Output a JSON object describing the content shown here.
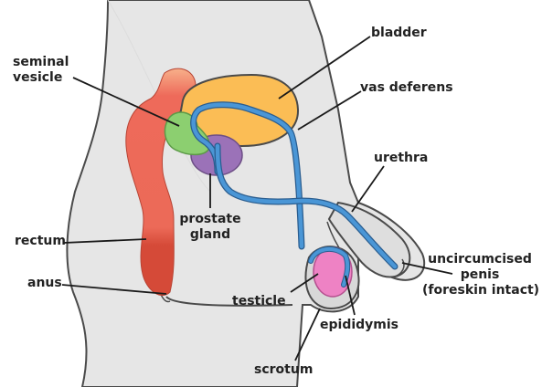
{
  "labels": {
    "seminal_vesicle": [
      "seminal",
      "vesicle"
    ],
    "bladder": "bladder",
    "vas_deferens": "vas deferens",
    "urethra": "urethra",
    "prostate_gland": [
      "prostate",
      "gland"
    ],
    "rectum": "rectum",
    "anus": "anus",
    "uncircumcised_penis": [
      "uncircumcised",
      "penis",
      "(foreskin intact)"
    ],
    "testicle": "testicle",
    "epididymis": "epididymis",
    "scrotum": "scrotum"
  },
  "colors": {
    "body": "#e6e6e6",
    "outline": "#4a4a4a",
    "bladder": "#fbbd55",
    "rectum": "#ee6a5a",
    "rectum_lower": "#d54a38",
    "seminal_vesicle": "#8ccf70",
    "prostate": "#9b72b8",
    "vas_deferens": "#4a96d6",
    "testicle": "#ee82c4",
    "leader_line": "#1a1a1a"
  }
}
